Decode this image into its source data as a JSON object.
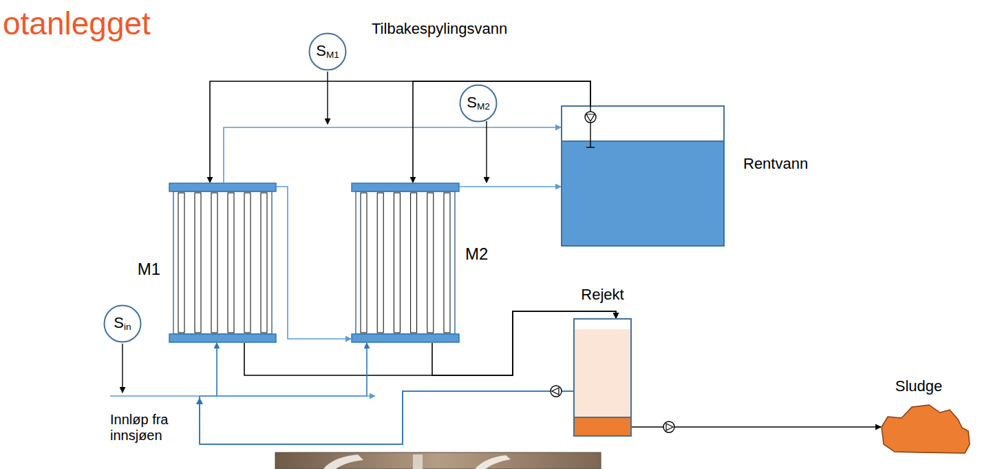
{
  "diagram": {
    "title": "otanlegget",
    "nodes": [
      {
        "text": [
          "SM1"
        ]
      },
      {
        "text": [
          "SM2"
        ]
      },
      {
        "text": [
          "Rentvann"
        ]
      },
      {
        "text": [
          "M1"
        ]
      },
      {
        "text": [
          "M2"
        ]
      },
      {
        "text": [
          "Rejekt"
        ]
      },
      {
        "text": [
          "Sin"
        ]
      },
      {
        "text": [
          "Sludge"
        ]
      }
    ],
    "edges": [
      {
        "from": 3,
        "to": 2,
        "arrow": "to"
      },
      {
        "from": 3,
        "to": 4,
        "arrow": "to"
      },
      {
        "from": 4,
        "to": 2,
        "arrow": "to"
      },
      {
        "from": 2,
        "to": 3,
        "arrow": "to"
      },
      {
        "from": 2,
        "to": 4,
        "arrow": "to"
      },
      {
        "from": 3,
        "to": 5,
        "arrow": "to"
      },
      {
        "from": 4,
        "to": 5,
        "arrow": "to"
      },
      {
        "from": 5,
        "to": 7,
        "arrow": "to"
      },
      {
        "from": 5,
        "to": 3,
        "arrow": "to"
      },
      {
        "from": 5,
        "to": 4,
        "arrow": "to"
      }
    ],
    "labels": [
      "Tilbakespylingsvann",
      "Innløp fra innsjøen"
    ]
  }
}
